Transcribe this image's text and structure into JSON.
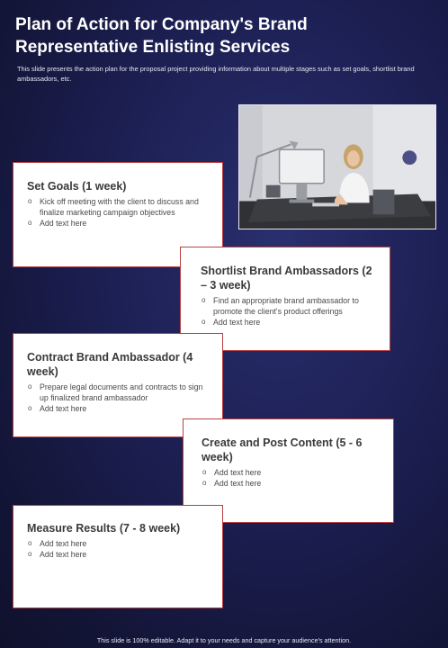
{
  "header": {
    "title": "Plan of Action for Company's Brand Representative Enlisting Services",
    "subtitle": "This slide presents the action plan for the proposal project providing  information about multiple stages such as set goals, shortlist brand ambassadors, etc."
  },
  "image": {
    "description_icon": "woman-at-computer-photo"
  },
  "stages": [
    {
      "title": "Set Goals (1 week)",
      "items": [
        "Kick off meeting with the client to discuss and finalize marketing campaign objectives",
        "Add text here"
      ]
    },
    {
      "title": "Shortlist Brand Ambassadors (2 – 3 week)",
      "items": [
        "Find an appropriate brand ambassador to promote the client's product offerings",
        "Add text here"
      ]
    },
    {
      "title": "Contract Brand Ambassador (4 week)",
      "items": [
        "Prepare legal documents and contracts to sign up finalized brand ambassador",
        "Add text here"
      ]
    },
    {
      "title": "Create and Post Content (5 - 6 week)",
      "items": [
        "Add text here",
        "Add text here"
      ]
    },
    {
      "title": "Measure Results (7 - 8 week)",
      "items": [
        "Add text here",
        "Add text here"
      ]
    }
  ],
  "bullet_glyph": "o",
  "footer": {
    "text": "This slide is 100% editable. Adapt it to your needs and capture your audience's attention."
  },
  "colors": {
    "background": "#1c1f52",
    "card": "#ffffff",
    "card_border": "#b94040",
    "title": "#ffffff"
  }
}
